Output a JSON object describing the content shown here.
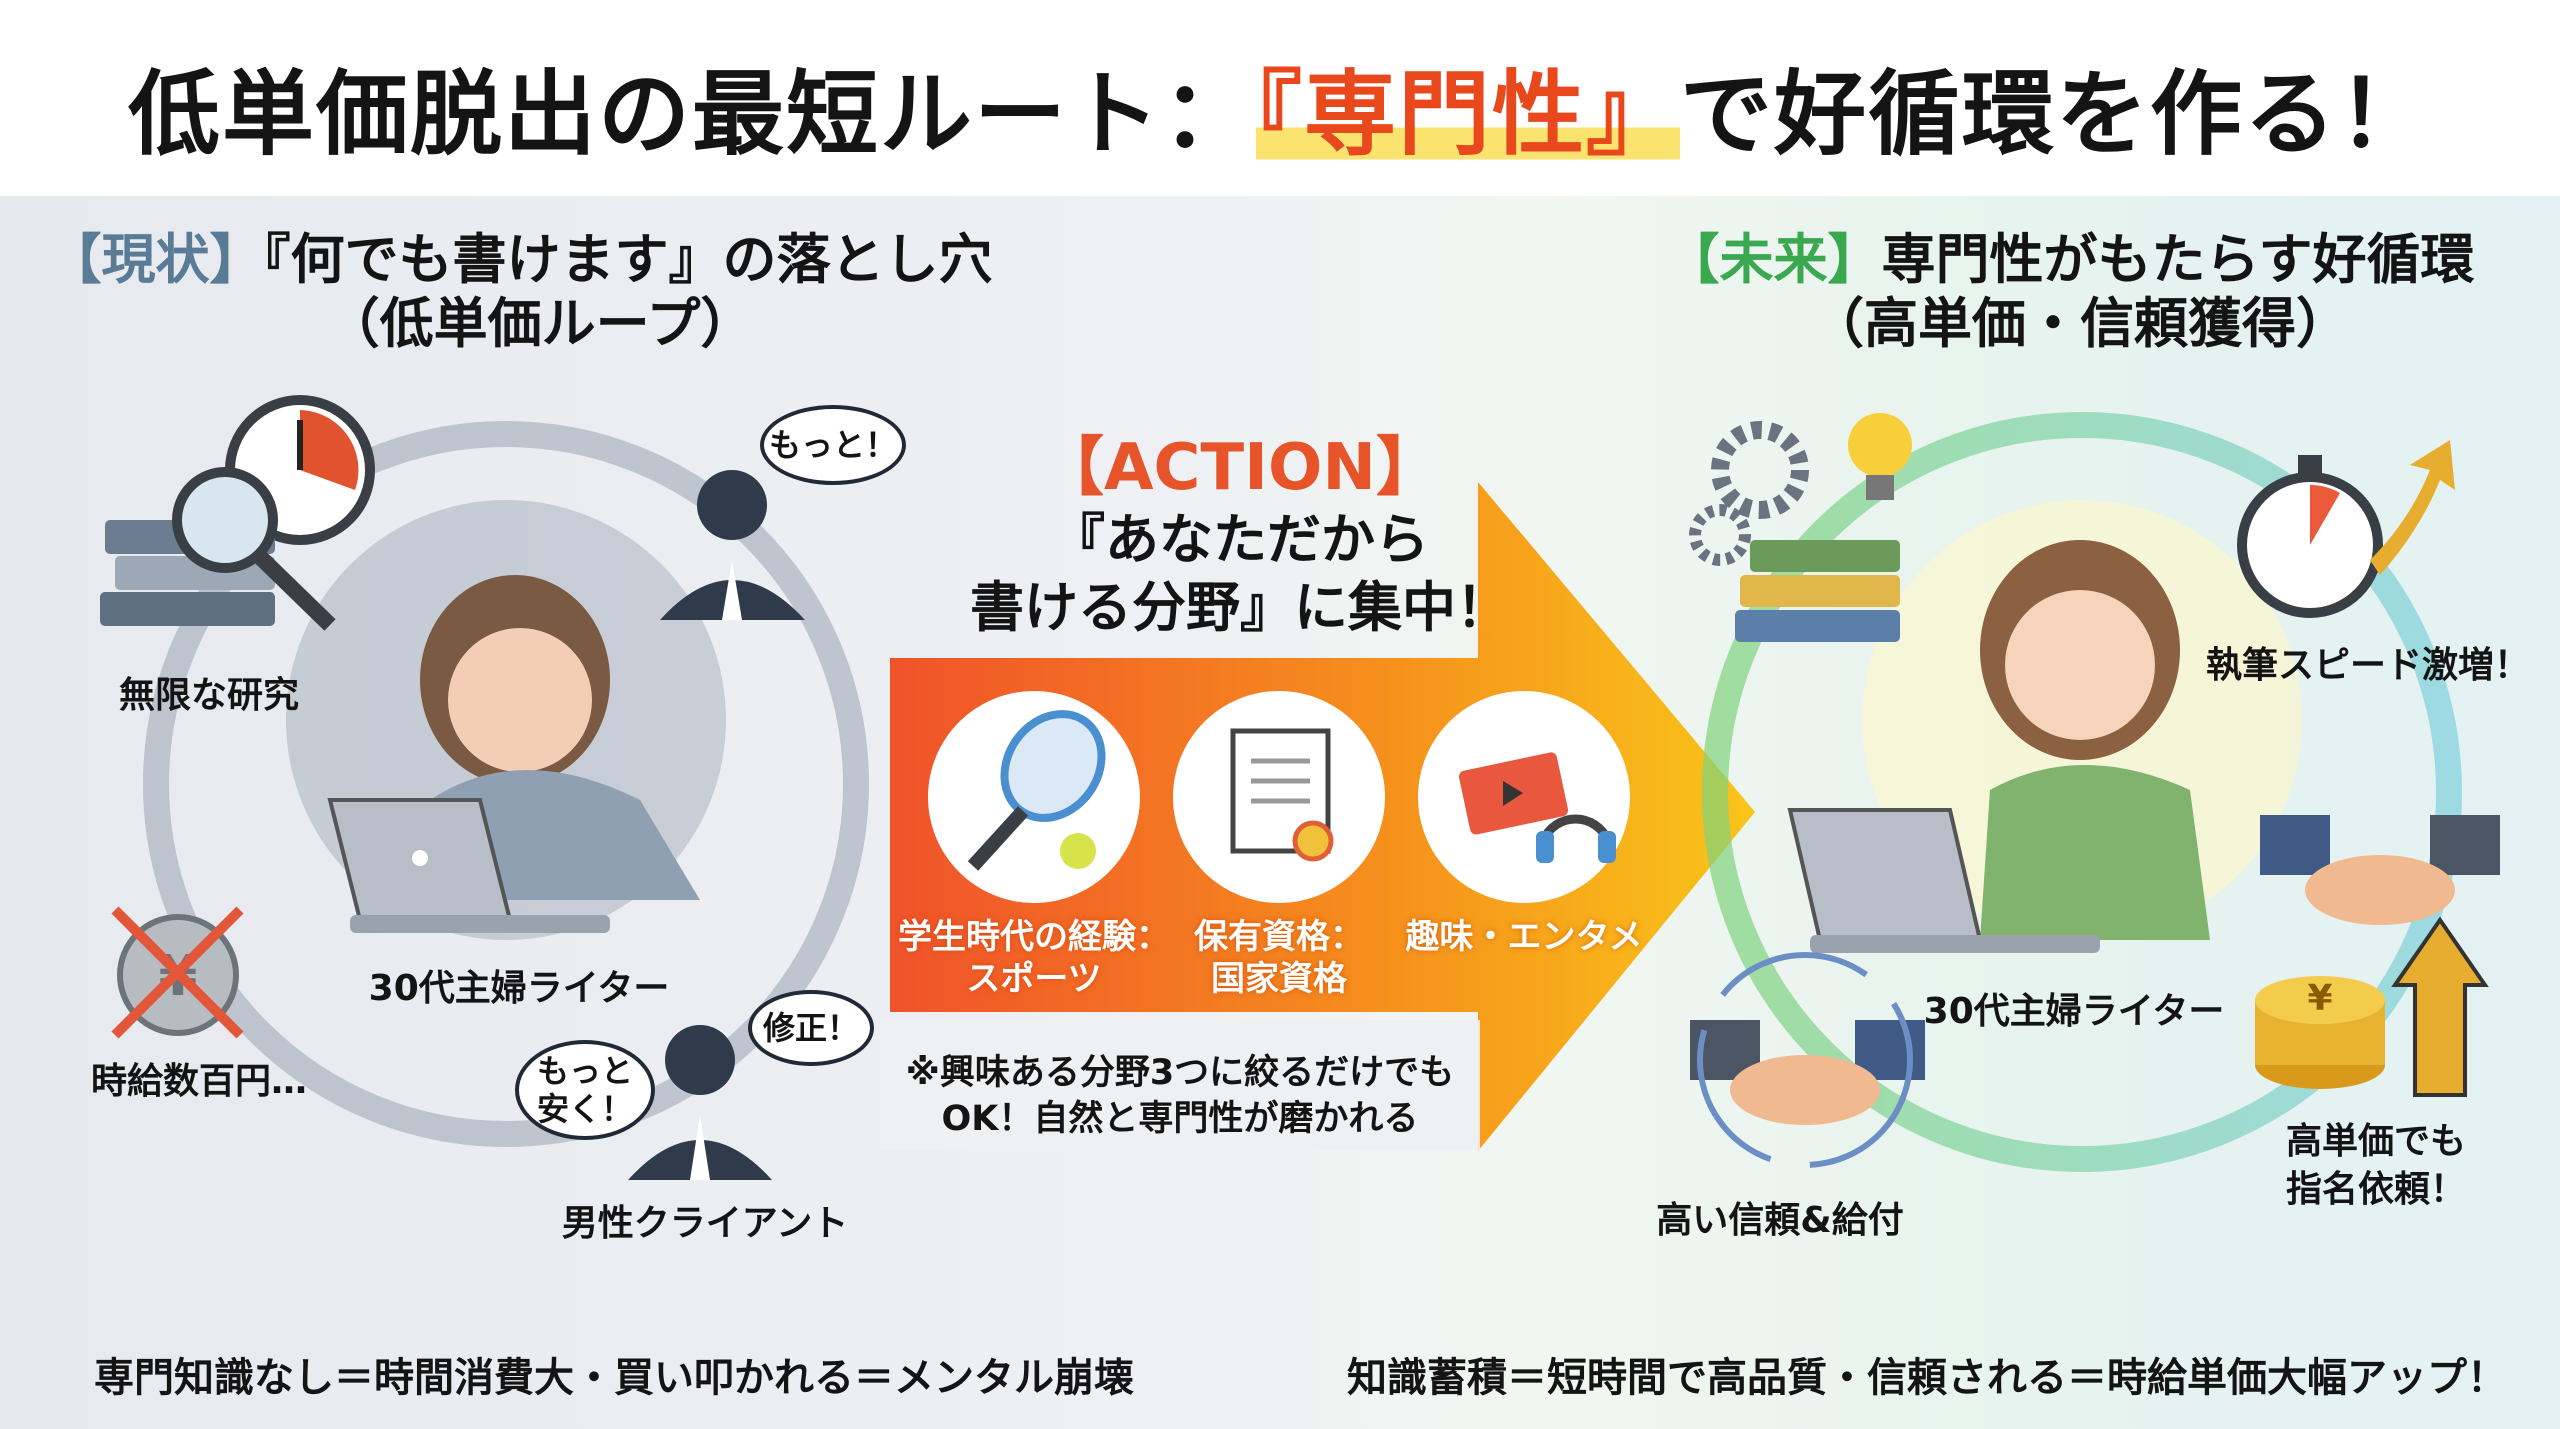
{
  "title": {
    "before": "低単価脱出の最短ルート：",
    "highlight": "『専門性』",
    "after": "で好循環を作る！"
  },
  "colors": {
    "current_tag": "#5a7b95",
    "future_tag": "#3aa84f",
    "action": "#e8542a",
    "highlight": "#e8481c",
    "highlight_bar": "#fbe36f"
  },
  "current": {
    "tag": "【現状】",
    "heading": "『何でも書けます』の落とし穴",
    "subheading": "（低単価ループ）",
    "labels": {
      "research": "無限な研究",
      "writer": "30代主婦ライター",
      "wage": "時給数百円…",
      "client": "男性クライアント"
    },
    "bubbles": {
      "more": "もっと！",
      "fix": "修正！",
      "cheaper": "もっと安く！"
    },
    "icons": [
      "books-magnifier-icon",
      "clock-icon",
      "yen-coin-crossed-icon",
      "businessman-icon",
      "stressed-woman-laptop-icon"
    ],
    "summary": "専門知識なし＝時間消費大・買い叩かれる＝メンタル崩壊"
  },
  "action": {
    "tag": "【ACTION】",
    "line1": "『あなただから",
    "line2": "書ける分野』に集中！",
    "categories": [
      {
        "line1": "学生時代の経験：",
        "line2": "スポーツ",
        "icon": "tennis-racket-icon"
      },
      {
        "line1": "保有資格：",
        "line2": "国家資格",
        "icon": "certificate-icon"
      },
      {
        "line1": "趣味・エンタメ",
        "line2": "",
        "icon": "tickets-headphones-icon"
      }
    ],
    "note_line1": "※興味ある分野3つに絞るだけでも",
    "note_line2": "OK！自然と専門性が磨かれる"
  },
  "future": {
    "tag": "【未来】",
    "heading": "専門性がもたらす好循環",
    "subheading": "（高単価・信頼獲得）",
    "labels": {
      "speed": "執筆スピード激増！",
      "writer": "30代主婦ライター",
      "price_line1": "高単価でも",
      "price_line2": "指名依頼！",
      "trust": "高い信頼&給付"
    },
    "icons": [
      "gears-icon",
      "lightbulb-icon",
      "books-icon",
      "stopwatch-icon",
      "up-arrow-icon",
      "handshake-icon",
      "yen-coins-icon",
      "happy-woman-laptop-icon"
    ],
    "summary": "知識蓄積＝短時間で高品質・信頼される＝時給単価大幅アップ！"
  }
}
